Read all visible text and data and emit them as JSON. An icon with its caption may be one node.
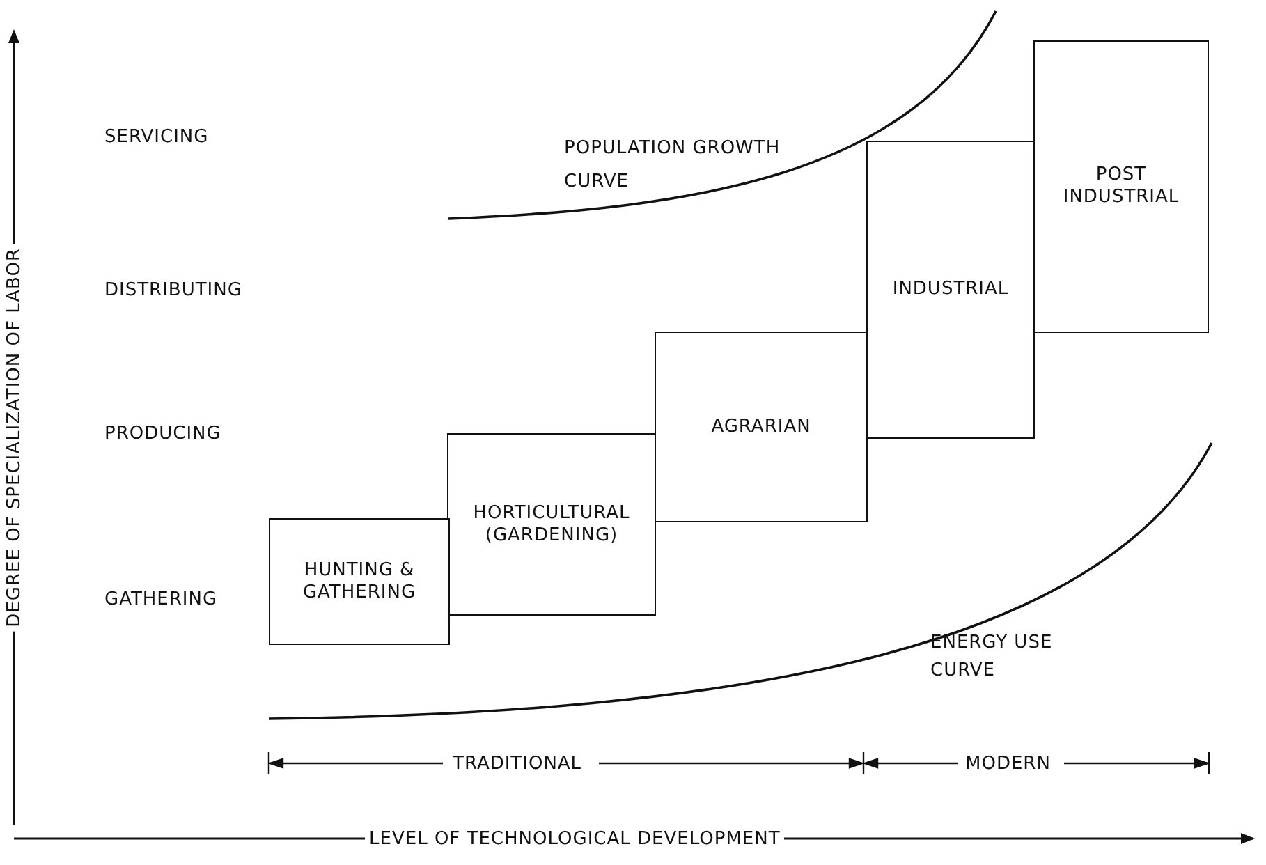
{
  "diagram": {
    "nodes": [
      {
        "text": [
          "HUNTING & GATHERING"
        ]
      },
      {
        "text": [
          "HORTICULTURAL (GARDENING)"
        ]
      },
      {
        "text": [
          "AGRARIAN"
        ]
      },
      {
        "text": [
          "INDUSTRIAL"
        ]
      },
      {
        "text": [
          "POST INDUSTRIAL"
        ]
      }
    ],
    "edges": [],
    "labels": [
      "SERVICING",
      "POPULATION GROWTH CURVE",
      "DISTRIBUTING",
      "PRODUCING",
      "GATHERING",
      "ENERGY USE CURVE",
      "TRADITIONAL",
      "MODERN",
      "LEVEL OF TECHNOLOGICAL DEVELOPMENT",
      "DEGREE OF SPECIALIZATION OF LABOR"
    ]
  }
}
